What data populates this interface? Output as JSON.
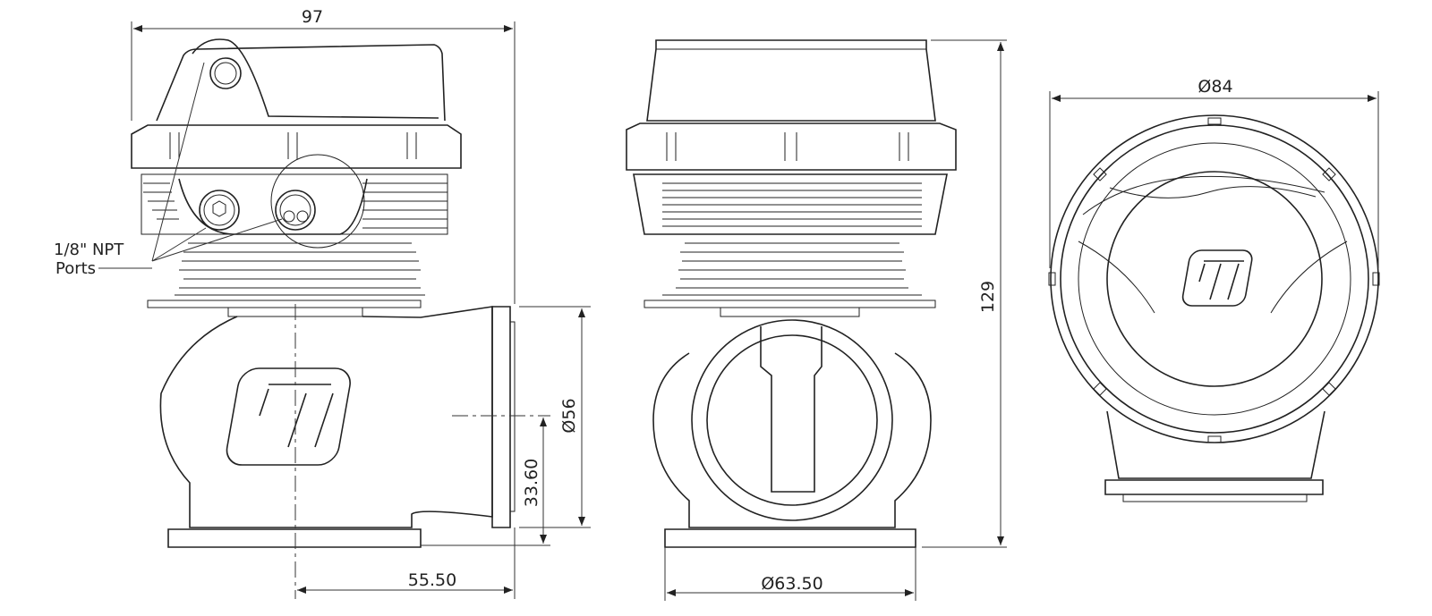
{
  "drawing": {
    "annotation": {
      "line1": "1/8\" NPT",
      "line2": "Ports"
    },
    "dimensions": {
      "overall_width": "97",
      "overall_height": "129",
      "top_diameter": "Ø84",
      "outlet_diameter": "Ø56",
      "outlet_center_height": "33.60",
      "inlet_to_outlet": "55.50",
      "inlet_diameter": "Ø63.50"
    },
    "colors": {
      "line": "#222222",
      "background": "#ffffff"
    }
  }
}
